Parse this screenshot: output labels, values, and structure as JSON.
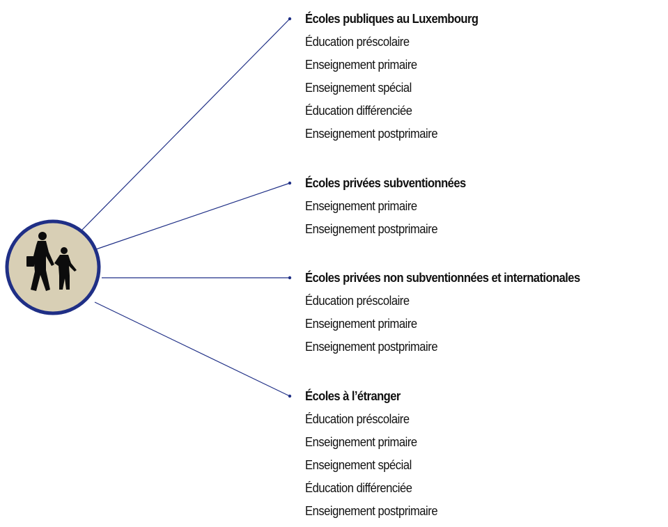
{
  "hub": {
    "icon": "school-children-crossing-icon",
    "colors": {
      "ring": "#1f2f86",
      "fill": "#d8cfb5",
      "figure": "#0c0c0c"
    }
  },
  "connector_color": "#1f2f86",
  "groups": [
    {
      "title": "Écoles publiques au Luxembourg",
      "items": [
        "Éducation préscolaire",
        "Enseignement primaire",
        "Enseignement spécial",
        "Éducation différenciée",
        "Enseignement postprimaire"
      ]
    },
    {
      "title": "Écoles privées subventionnées",
      "items": [
        "Enseignement primaire",
        "Enseignement postprimaire"
      ]
    },
    {
      "title": "Écoles privées non subventionnées et internationales",
      "items": [
        "Éducation préscolaire",
        "Enseignement primaire",
        "Enseignement postprimaire"
      ]
    },
    {
      "title": "Écoles à l’étranger",
      "items": [
        "Éducation préscolaire",
        "Enseignement primaire",
        "Enseignement spécial",
        "Éducation différenciée",
        "Enseignement postprimaire"
      ]
    }
  ]
}
